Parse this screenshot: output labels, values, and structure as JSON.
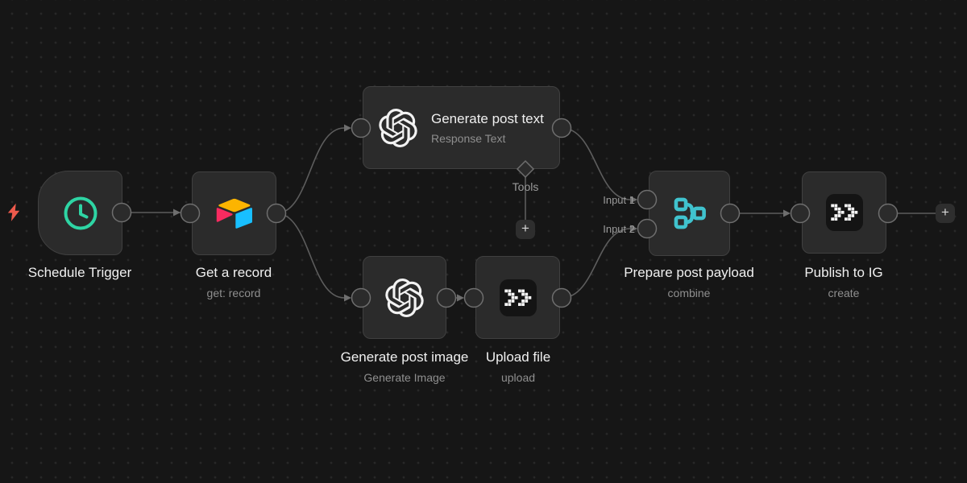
{
  "workflow": {
    "nodes": [
      {
        "title": "Schedule Trigger",
        "subtitle": "",
        "icon": "clock-icon"
      },
      {
        "title": "Get a record",
        "subtitle": "get: record",
        "icon": "airtable-icon"
      },
      {
        "title": "Generate post text",
        "subtitle": "Response Text",
        "icon": "openai-icon"
      },
      {
        "title": "Generate post image",
        "subtitle": "Generate Image",
        "icon": "openai-icon"
      },
      {
        "title": "Upload file",
        "subtitle": "upload",
        "icon": "pixel-chevrons-icon"
      },
      {
        "title": "Prepare post payload",
        "subtitle": "combine",
        "icon": "merge-icon"
      },
      {
        "title": "Publish to IG",
        "subtitle": "create",
        "icon": "pixel-chevrons-icon"
      }
    ],
    "port_labels": {
      "input1": "Input 1",
      "input2": "Input 2",
      "tools": "Tools"
    },
    "buttons": {
      "add_tool": "+",
      "add_next": "+"
    },
    "colors": {
      "canvas_bg": "#161616",
      "grid_dot": "#282828",
      "node_fill": "#2b2b2b",
      "node_border": "#404040",
      "connection_line": "#5d5d5d",
      "port_stroke": "#6e6e6e",
      "title_text": "#f0f0f0",
      "subtitle_text": "#8f8f8f",
      "clock_green": "#2ed5a4",
      "merge_teal": "#40c3ce",
      "bolt_red": "#ee5a4c",
      "airtable_yellow": "#fcb400",
      "airtable_red": "#f82b60",
      "airtable_blue": "#18bfff",
      "icon_chip_bg": "#141414",
      "icon_white": "#f5f5f5"
    }
  }
}
